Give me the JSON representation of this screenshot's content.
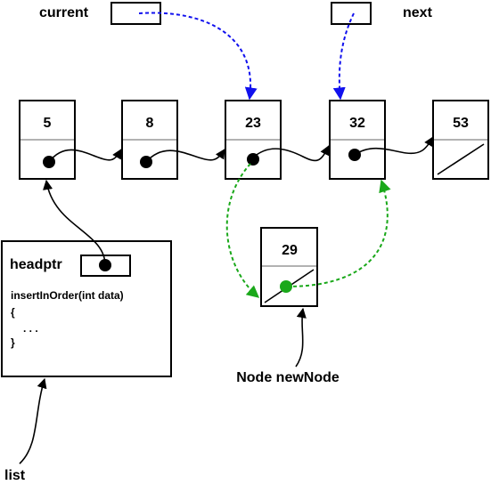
{
  "labels": {
    "current": "current",
    "next": "next",
    "list": "list",
    "new_node": "Node newNode",
    "headptr": "headptr"
  },
  "nodes": [
    "5",
    "8",
    "23",
    "32",
    "53"
  ],
  "new_node_value": "29",
  "code_lines": [
    "insertInOrder(int data)",
    "{",
    ". . .",
    "}"
  ],
  "colors": {
    "outline": "#000000",
    "pointer_blue": "#1010ee",
    "new_link_green": "#1aa81a",
    "divider_gray": "#999999"
  }
}
